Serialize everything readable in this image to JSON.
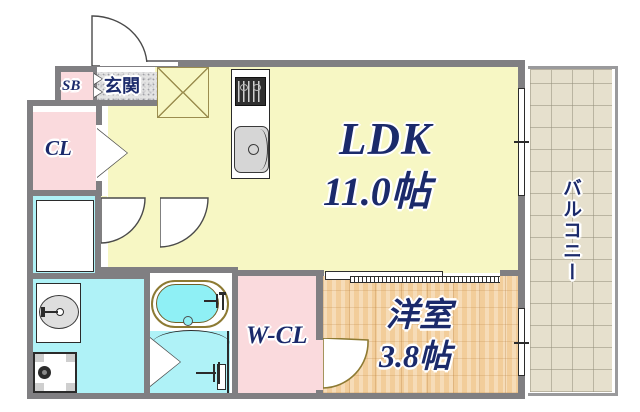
{
  "plan": {
    "kind": "floor-plan",
    "unit": "帖",
    "label_color": "#1b2a6b",
    "colors": {
      "wall": "#807f82",
      "ldk_floor": "#f7f7c4",
      "closet_floor": "#fadadd",
      "wet_floor": "#aff2f7",
      "room_floor": "#f2cd9a",
      "balcony_floor": "#e6e0cd",
      "entry_floor": "#e3e3e3",
      "background": "#ffffff"
    }
  },
  "rooms": {
    "ldk": {
      "name": "LDK",
      "area": "11.0帖",
      "area_value": 11.0
    },
    "western_room": {
      "name": "洋室",
      "area": "3.8帖",
      "area_value": 3.8
    },
    "walk_in_closet": {
      "name": "W-CL"
    },
    "closet": {
      "name": "CL"
    },
    "shoe_box": {
      "name": "SB"
    },
    "entrance": {
      "name": "玄関"
    },
    "balcony": {
      "name": "バルコニー"
    }
  },
  "fixtures": [
    {
      "name": "gas-stove"
    },
    {
      "name": "kitchen-sink"
    },
    {
      "name": "toilet"
    },
    {
      "name": "vanity-basin"
    },
    {
      "name": "washing-machine-space"
    },
    {
      "name": "bathtub"
    },
    {
      "name": "pipe-shaft"
    }
  ],
  "openings": [
    {
      "name": "entrance-door"
    },
    {
      "name": "shoe-box-door"
    },
    {
      "name": "closet-door"
    },
    {
      "name": "toilet-door"
    },
    {
      "name": "bathroom-hall-door"
    },
    {
      "name": "bath-door"
    },
    {
      "name": "wcl-door"
    },
    {
      "name": "ldk-room-partition"
    },
    {
      "name": "balcony-sliding-window-upper"
    },
    {
      "name": "balcony-sliding-window-lower"
    }
  ]
}
